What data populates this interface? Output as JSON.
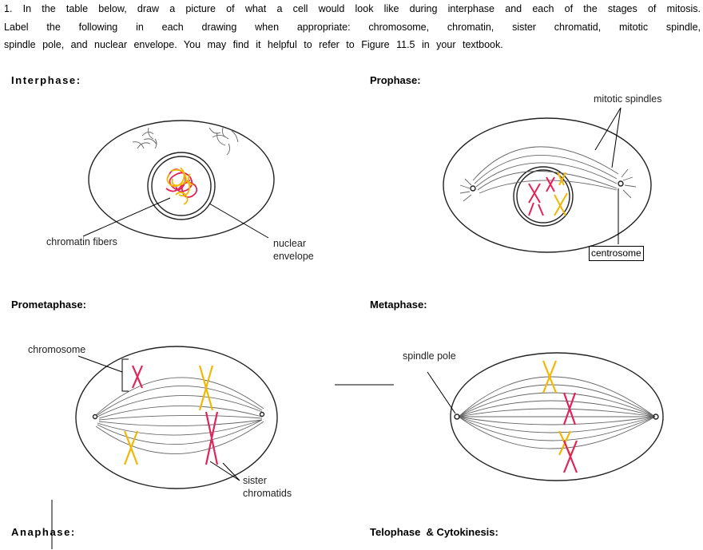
{
  "instructions": [
    "1. In the table below, draw a picture of what a cell would look like during interphase and each of the stages of mitosis.",
    "Label the following in each drawing when appropriate: chromosome, chromatin, sister chromatid, mitotic spindle,",
    "spindle pole, and nuclear envelope. You may find it helpful to refer to Figure 11.5 in your textbook."
  ],
  "headings": {
    "interphase": "Interphase:",
    "prophase": "Prophase:",
    "prometaphase": "Prometaphase:",
    "metaphase": "Metaphase:",
    "anaphase": "Anaphase:",
    "telophase": "Telophase  & Cytokinesis:"
  },
  "labels": {
    "chromatin_fibers": "chromatin fibers",
    "nuclear_envelope": "nuclear envelope",
    "mitotic_spindles": "mitotic spindles",
    "centrosome": "centrosome",
    "chromosome": "chromosome",
    "spindle_pole": "spindle pole",
    "sister_chromatids": "sister chromatids"
  },
  "colors": {
    "chromosome_red": "#e0245a",
    "chromosome_yellow": "#f2b705",
    "outline": "#222222",
    "spindle": "#666666"
  }
}
